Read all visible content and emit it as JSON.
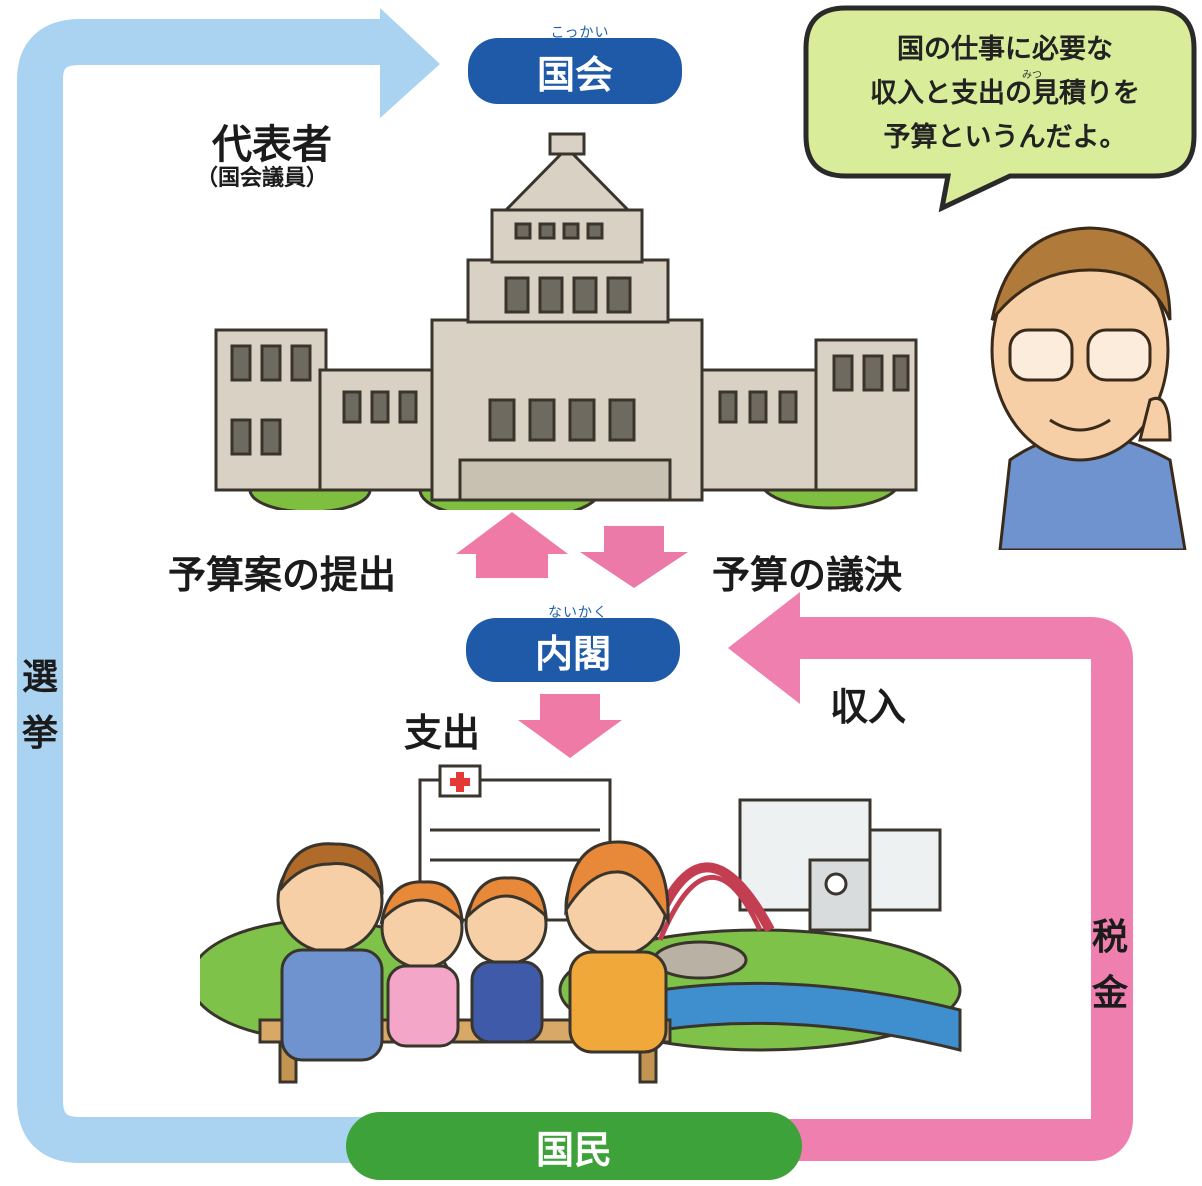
{
  "kokkai": {
    "ruby": "こっかい",
    "label": "国会"
  },
  "naikaku": {
    "ruby": "ないかく",
    "label": "内閣"
  },
  "kokumin": {
    "label": "国民"
  },
  "representatives": {
    "label": "代表者",
    "sub": "（国会議員）"
  },
  "arrows": {
    "submit_budget": "予算案の提出",
    "budget_vote": "予算の議決",
    "expenditure": "支出",
    "revenue": "収入",
    "election": [
      "選",
      "挙"
    ],
    "tax": [
      "税",
      "金"
    ]
  },
  "speech_bubble": {
    "lines": [
      "国の仕事に必要な",
      "収入と支出の見積りを",
      "予算というんだよ。"
    ],
    "ruby": "みつ"
  },
  "colors": {
    "blue_pill": "#1e5aa8",
    "green_pill": "#3ea23a",
    "election_arrow": "#a9d3f0",
    "tax_arrow": "#ef7fae",
    "vote_arrow": "#ec7aa8",
    "bubble_fill": "#d9ec9a"
  },
  "icons": [
    "national-diet-building-illustration",
    "teacher-character-illustration",
    "family-on-bench-illustration",
    "hospital-building-illustration",
    "park-bridge-illustration",
    "school-building-illustration"
  ]
}
